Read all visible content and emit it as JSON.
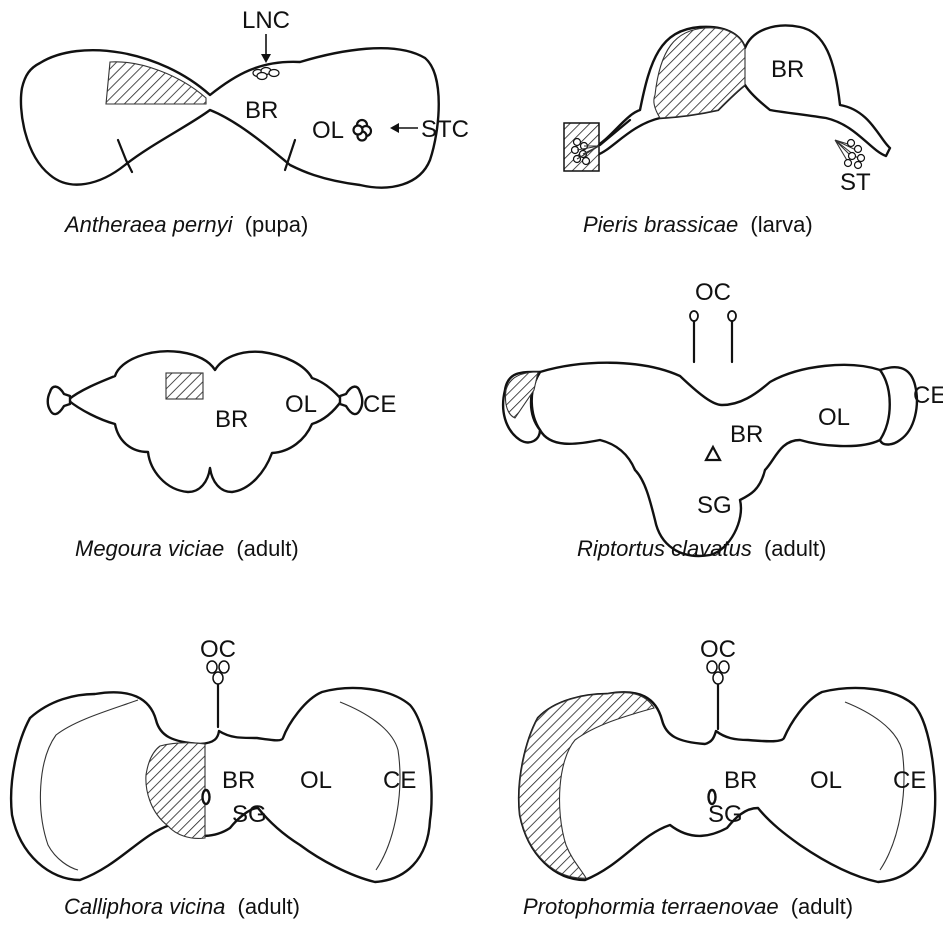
{
  "panels": {
    "antheraea": {
      "species": "Antheraea pernyi",
      "stage": "(pupa)",
      "labels": {
        "lnc": "LNC",
        "br": "BR",
        "ol": "OL",
        "stc": "STC"
      }
    },
    "pieris": {
      "species": "Pieris brassicae",
      "stage": "(larva)",
      "labels": {
        "br": "BR",
        "st": "ST"
      }
    },
    "megoura": {
      "species": "Megoura viciae",
      "stage": "(adult)",
      "labels": {
        "br": "BR",
        "ol": "OL",
        "ce": "CE"
      }
    },
    "riptortus": {
      "species": "Riptortus clavatus",
      "stage": "(adult)",
      "labels": {
        "oc": "OC",
        "br": "BR",
        "ol": "OL",
        "ce": "CE",
        "sg": "SG"
      }
    },
    "calliphora": {
      "species": "Calliphora vicina",
      "stage": "(adult)",
      "labels": {
        "oc": "OC",
        "br": "BR",
        "ol": "OL",
        "ce": "CE",
        "sg": "SG"
      }
    },
    "protophormia": {
      "species": "Protophormia terraenovae",
      "stage": "(adult)",
      "labels": {
        "oc": "OC",
        "br": "BR",
        "ol": "OL",
        "ce": "CE",
        "sg": "SG"
      }
    }
  }
}
